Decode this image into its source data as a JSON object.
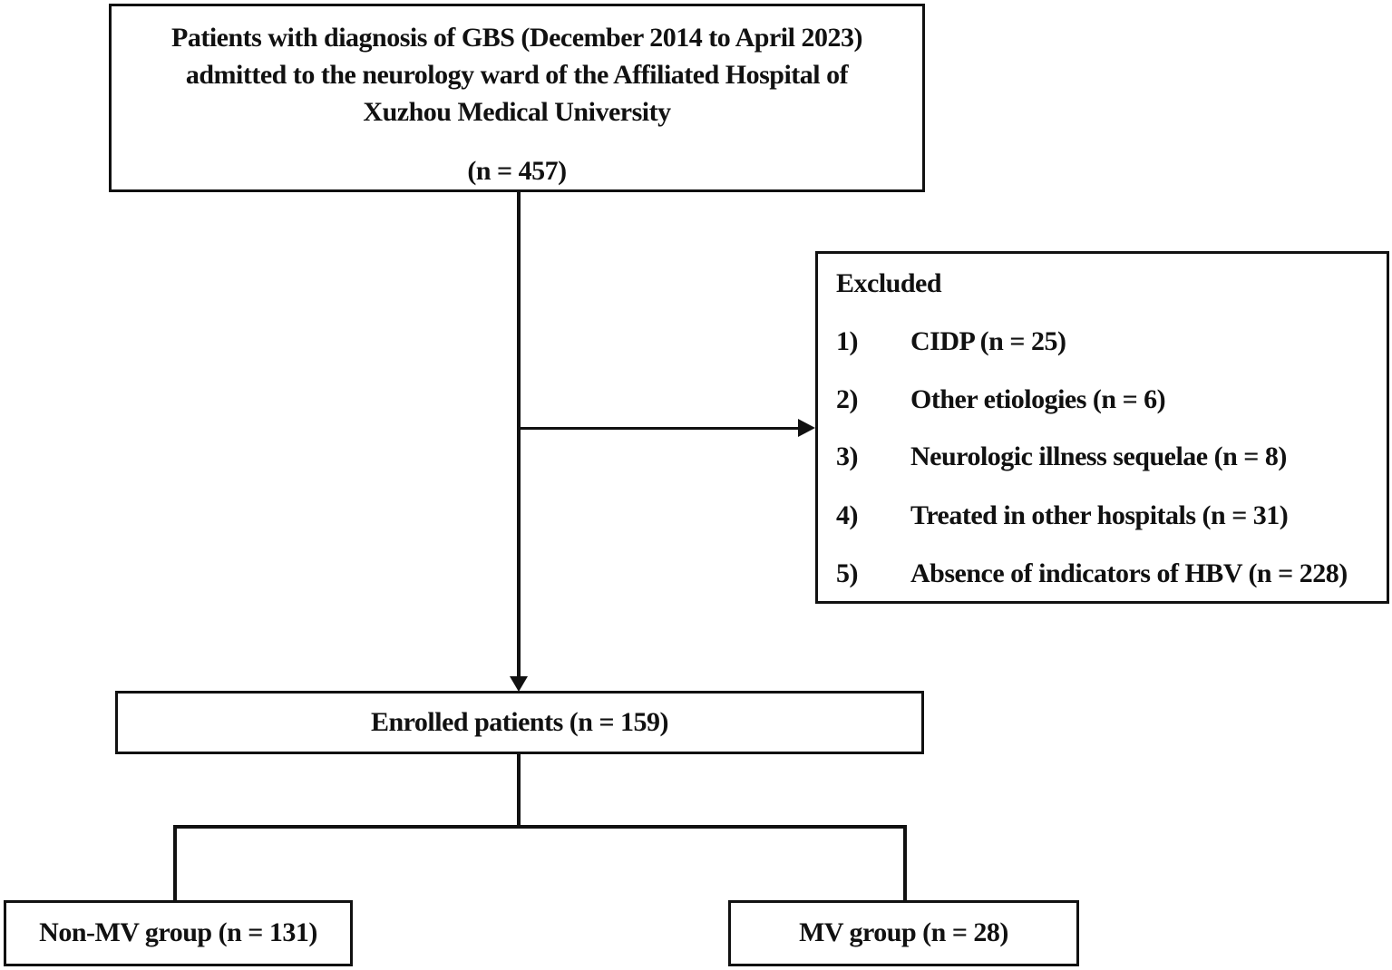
{
  "flowchart": {
    "top_box": {
      "lines": [
        "Patients with diagnosis of GBS (December 2014 to April 2023)",
        "admitted to the neurology ward of the Affiliated Hospital of",
        "Xuzhou Medical University"
      ],
      "count": "(n = 457)"
    },
    "excluded_box": {
      "title": "Excluded",
      "items": [
        {
          "num": "1)",
          "label": "CIDP (n = 25)"
        },
        {
          "num": "2)",
          "label": "Other etiologies (n = 6)"
        },
        {
          "num": "3)",
          "label": "Neurologic illness sequelae (n = 8)"
        },
        {
          "num": "4)",
          "label": "Treated in other hospitals (n = 31)"
        },
        {
          "num": "5)",
          "label": "Absence of indicators of HBV (n = 228)"
        }
      ]
    },
    "enrolled_box": {
      "label": "Enrolled patients (n = 159)"
    },
    "groups": {
      "non_mv": "Non-MV group (n = 131)",
      "mv": "MV group (n = 28)"
    }
  },
  "colors": {
    "line": "#111111",
    "background": "#ffffff"
  }
}
